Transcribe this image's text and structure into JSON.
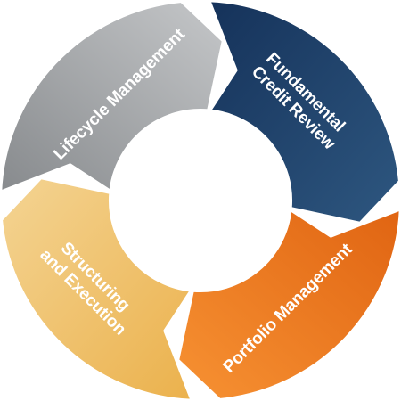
{
  "segments": [
    {
      "id": "fundamental",
      "lines": [
        "Fundamental",
        "Credit Review"
      ],
      "colors": [
        "#15325a",
        "#2e5780"
      ]
    },
    {
      "id": "portfolio",
      "lines": [
        "Portfolio Management"
      ],
      "colors": [
        "#e06412",
        "#f79233"
      ]
    },
    {
      "id": "structuring",
      "lines": [
        "Structuring",
        "and Execution"
      ],
      "colors": [
        "#f4d493",
        "#ebb14c"
      ]
    },
    {
      "id": "lifecycle",
      "lines": [
        "Lifecycle Management"
      ],
      "colors": [
        "#878a8d",
        "#c5c7c9"
      ]
    }
  ]
}
